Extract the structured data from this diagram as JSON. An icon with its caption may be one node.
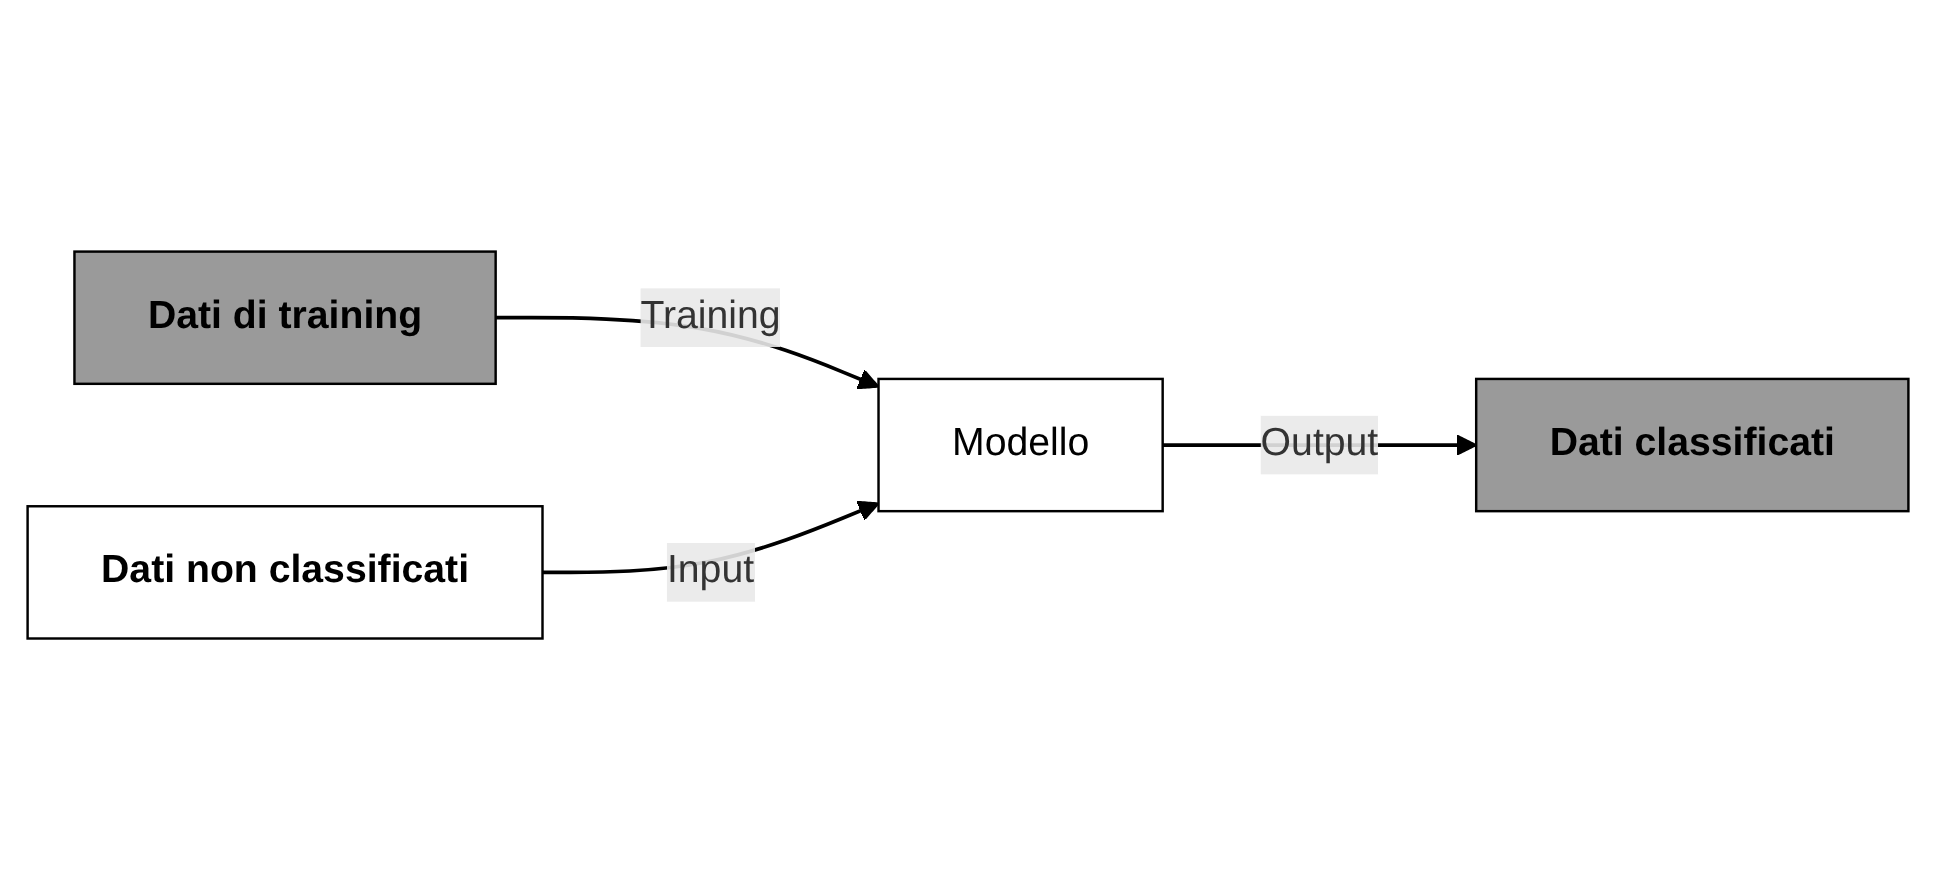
{
  "diagram": {
    "nodes": [
      {
        "text": [
          "Dati di training"
        ]
      },
      {
        "text": [
          "Modello"
        ]
      },
      {
        "text": [
          "Dati non classificati"
        ]
      },
      {
        "text": [
          "Dati classificati"
        ]
      }
    ],
    "edges": [
      {
        "from": 0,
        "to": 1,
        "arrow": "to",
        "label": "Training"
      },
      {
        "from": 2,
        "to": 1,
        "arrow": "to",
        "label": "Input"
      },
      {
        "from": 1,
        "to": 3,
        "arrow": "to",
        "label": "Output"
      }
    ]
  }
}
